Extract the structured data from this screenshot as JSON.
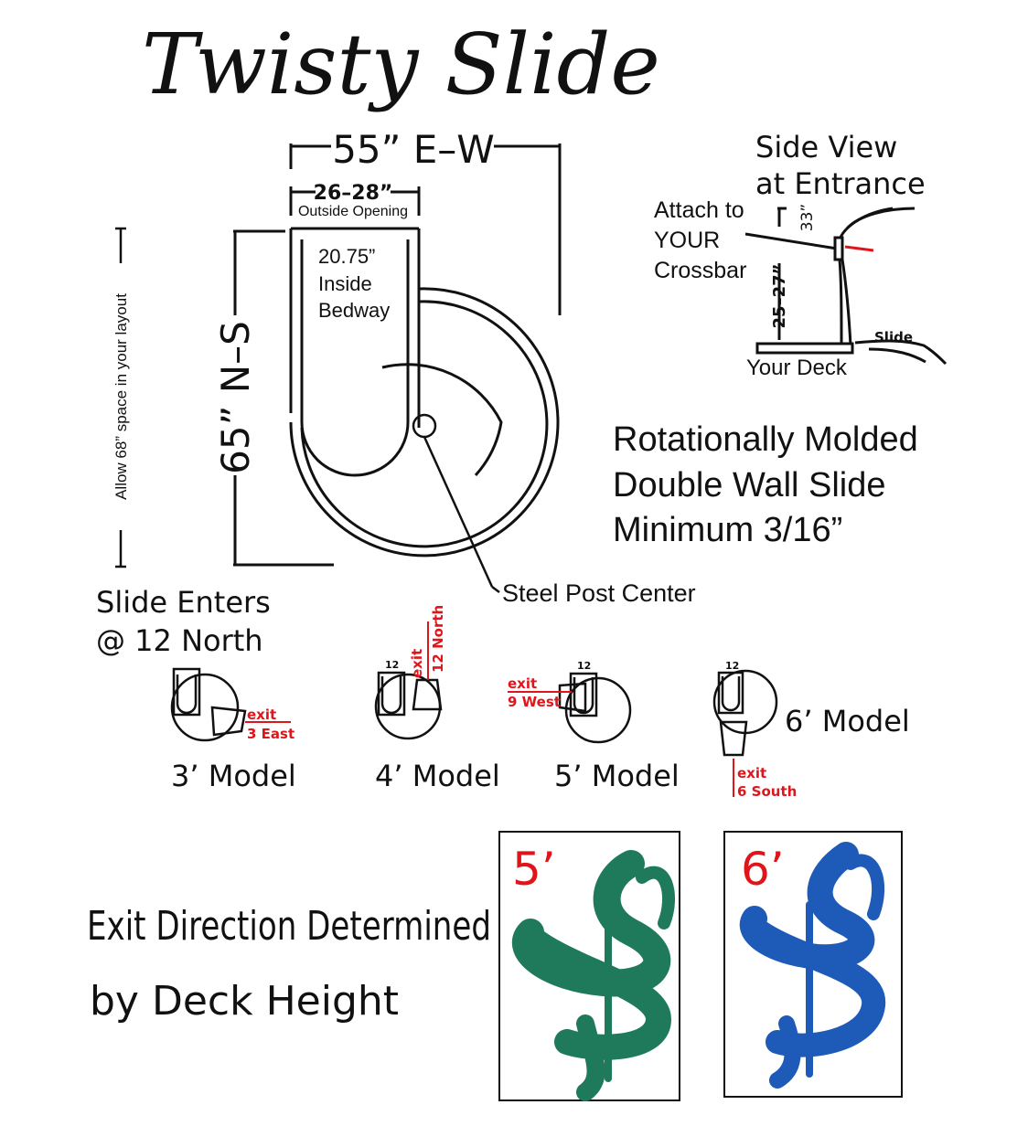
{
  "title": "Twisty Slide",
  "dimensions": {
    "ew": "55” E–W",
    "opening_value": "26–28”",
    "opening_label": "Outside Opening",
    "inside_value": "20.75”",
    "inside_line1": "Inside",
    "inside_line2": "Bedway",
    "ns": "65” N–S",
    "allow": "Allow 68” space in your layout",
    "post": "Steel Post Center"
  },
  "side_view": {
    "title1": "Side View",
    "title2": "at Entrance",
    "attach1": "Attach to",
    "attach2": "YOUR",
    "attach3": "Crossbar",
    "h1": "33”",
    "h2": "25–27”",
    "slide": "Slide",
    "deck": "Your Deck"
  },
  "description": {
    "line1": "Rotationally Molded",
    "line2": "Double Wall Slide",
    "line3": "Minimum 3/16”"
  },
  "enters": {
    "line1": "Slide Enters",
    "line2": "@ 12 North"
  },
  "models": [
    {
      "label": "3’ Model",
      "exit1": "exit",
      "exit2": "3 East"
    },
    {
      "label": "4’ Model",
      "top": "12",
      "exit1": "exit",
      "exit2": "12 North"
    },
    {
      "label": "5’ Model",
      "top": "12",
      "exit1": "exit",
      "exit2": "9 West"
    },
    {
      "label": "6’ Model",
      "top": "12",
      "exit1": "exit",
      "exit2": "6 South"
    }
  ],
  "exit_note": {
    "line1": "Exit Direction Determined",
    "line2": "by Deck Height"
  },
  "photos": [
    {
      "label": "5’",
      "color": "#1f7a5c"
    },
    {
      "label": "6’",
      "color": "#1e5bb8"
    }
  ],
  "colors": {
    "accent": "#e0151b",
    "ink": "#111111"
  }
}
